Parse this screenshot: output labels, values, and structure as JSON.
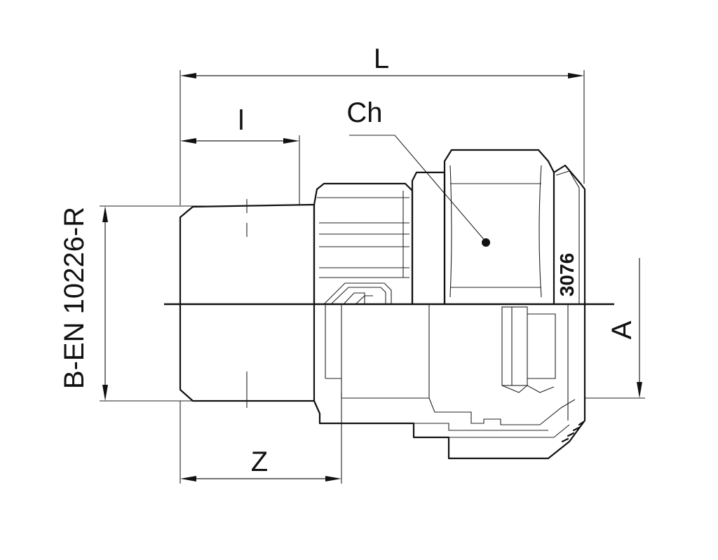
{
  "labels": {
    "length_total": "L",
    "thread_length": "l",
    "wrench_size": "Ch",
    "insertion_length": "Z",
    "bore": "A",
    "thread_standard": "B-EN 10226-R"
  },
  "body_marking": "3076",
  "colors": {
    "line": "#111111",
    "background": "#ffffff"
  }
}
